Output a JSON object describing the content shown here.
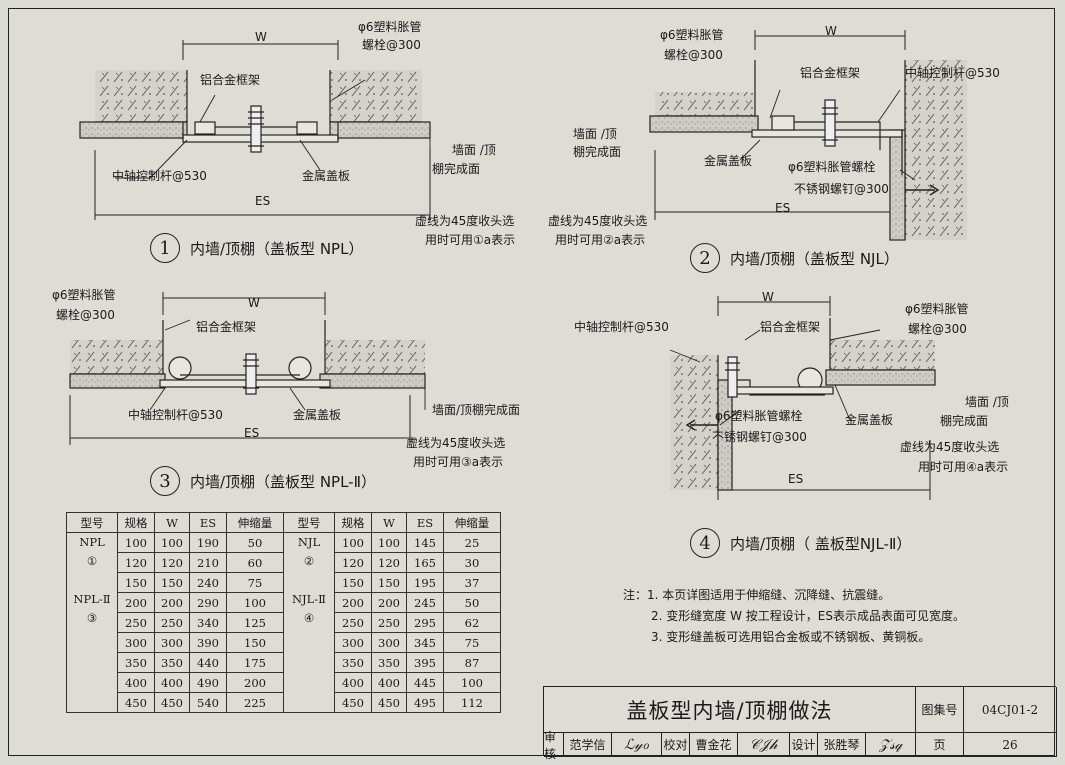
{
  "figures": [
    {
      "num": "1",
      "title": "内墙/顶棚（盖板型 NPL）",
      "labels": {
        "w": "W",
        "es": "ES",
        "anchor": "φ6塑料胀管",
        "anchor2": "螺栓@300",
        "frame": "铝合金框架",
        "rod": "中轴控制杆@530",
        "cover": "金属盖板",
        "finish1": "墙面 /顶",
        "finish2": "棚完成面",
        "dash1": "虚线为45度收头选",
        "dash2": "用时可用①a表示"
      }
    },
    {
      "num": "2",
      "title": "内墙/顶棚（盖板型 NJL）",
      "labels": {
        "w": "W",
        "es": "ES",
        "anchor": "φ6塑料胀管",
        "anchor2": "螺栓@300",
        "frame": "铝合金框架",
        "rod": "中轴控制杆@530",
        "cover": "金属盖板",
        "finish1": "墙面 /顶",
        "finish2": "棚完成面",
        "bolt1": "φ6塑料胀管螺栓",
        "bolt2": "不锈钢螺钉@300",
        "dash1": "虚线为45度收头选",
        "dash2": "用时可用②a表示"
      }
    },
    {
      "num": "3",
      "title": "内墙/顶棚（盖板型 NPL-Ⅱ）",
      "labels": {
        "w": "W",
        "es": "ES",
        "anchor": "φ6塑料胀管",
        "anchor2": "螺栓@300",
        "frame": "铝合金框架",
        "rod": "中轴控制杆@530",
        "cover": "金属盖板",
        "finish": "墙面/顶棚完成面",
        "dash1": "虚线为45度收头选",
        "dash2": "用时可用③a表示"
      }
    },
    {
      "num": "4",
      "title": "内墙/顶棚（ 盖板型NJL-Ⅱ）",
      "labels": {
        "w": "W",
        "es": "ES",
        "anchor": "φ6塑料胀管",
        "anchor2": "螺栓@300",
        "frame": "铝合金框架",
        "rod": "中轴控制杆@530",
        "cover": "金属盖板",
        "finish1": "墙面 /顶",
        "finish2": "棚完成面",
        "bolt1": "φ6塑料胀管螺栓",
        "bolt2": "不锈钢螺钉@300",
        "dash1": "虚线为45度收头选",
        "dash2": "用时可用④a表示"
      }
    }
  ],
  "table": {
    "headers": [
      "型号",
      "规格",
      "W",
      "ES",
      "伸缩量",
      "型号",
      "规格",
      "W",
      "ES",
      "伸缩量"
    ],
    "left_types": [
      "NPL",
      "①",
      "",
      "NPL-Ⅱ",
      "③"
    ],
    "right_types": [
      "NJL",
      "②",
      "",
      "NJL-Ⅱ",
      "④"
    ],
    "rows": [
      [
        "100",
        "100",
        "190",
        "50",
        "100",
        "100",
        "145",
        "25"
      ],
      [
        "120",
        "120",
        "210",
        "60",
        "120",
        "120",
        "165",
        "30"
      ],
      [
        "150",
        "150",
        "240",
        "75",
        "150",
        "150",
        "195",
        "37"
      ],
      [
        "200",
        "200",
        "290",
        "100",
        "200",
        "200",
        "245",
        "50"
      ],
      [
        "250",
        "250",
        "340",
        "125",
        "250",
        "250",
        "295",
        "62"
      ],
      [
        "300",
        "300",
        "390",
        "150",
        "300",
        "300",
        "345",
        "75"
      ],
      [
        "350",
        "350",
        "440",
        "175",
        "350",
        "350",
        "395",
        "87"
      ],
      [
        "400",
        "400",
        "490",
        "200",
        "400",
        "400",
        "445",
        "100"
      ],
      [
        "450",
        "450",
        "540",
        "225",
        "450",
        "450",
        "495",
        "112"
      ]
    ]
  },
  "notes": [
    "注：1. 本页详图适用于伸缩缝、沉降缝、抗震缝。",
    "2. 变形缝宽度 W 按工程设计，ES表示成品表面可见宽度。",
    "3. 变形缝盖板可选用铝合金板或不锈钢板、黄铜板。"
  ],
  "title_block": {
    "title": "盖板型内墙/顶棚做法",
    "atlas_label": "图集号",
    "atlas_no": "04CJ01-2",
    "review_label": "审核",
    "reviewer": "范学信",
    "check_label": "校对",
    "checker": "曹金花",
    "design_label": "设计",
    "designer": "张胜琴",
    "page_label": "页",
    "page_no": "26"
  }
}
